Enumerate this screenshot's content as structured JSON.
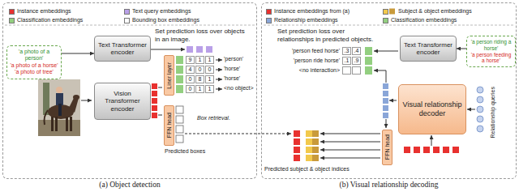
{
  "diagram": {
    "nodes": [
      {
        "text": [
          "(a) Object detection"
        ]
      },
      {
        "text": [
          "'a photo of a person'",
          "'a photo of a horse'",
          "'a photo of tree'"
        ],
        "in": 0
      },
      {
        "text": [
          "Text Transformer encoder"
        ],
        "in": 0
      },
      {
        "text": [
          "Vision Transformer encoder"
        ],
        "in": 0
      },
      {
        "text": [
          "Liner layer"
        ],
        "in": 0
      },
      {
        "text": [
          "FFN head"
        ],
        "in": 0
      },
      {
        "text": [
          "(b) Visual relationship decoding"
        ]
      },
      {
        "text": [
          "'a person riding a horse'",
          "'a person feeding a horse'"
        ],
        "in": 6
      },
      {
        "text": [
          "Text Transformer encoder"
        ],
        "in": 6
      },
      {
        "text": [
          "Visual relationship decoder"
        ],
        "in": 6
      },
      {
        "text": [
          "FFN head"
        ],
        "in": 6
      }
    ],
    "edges": [
      {
        "from": 1,
        "to": 2,
        "arrow": "to"
      },
      {
        "from": 7,
        "to": 8,
        "arrow": "to"
      }
    ],
    "labels": [
      "Set prediction loss over objects in an image.",
      "9",
      "1",
      "1",
      "'person'",
      "4",
      "0",
      "0",
      "'horse'",
      "0",
      "8",
      "1",
      "'horse'",
      "0",
      "1",
      "1",
      "<no object>",
      "Predicted boxes",
      "Box retrieval.",
      "Set prediction loss over relationships in predicted objects.",
      "'person feed horse'",
      ".3",
      ".4",
      "'person ride horse'",
      ".1",
      ".9",
      "<no interaction>",
      "Predicted subject & object indices",
      "Relationship queries"
    ],
    "legend": [
      {
        "text": "Instance embeddings",
        "color": "#e8312f"
      },
      {
        "text": "Text query embeddings",
        "color": "#b9a0e8"
      },
      {
        "text": "Classification embeddings",
        "color": "#93cf80"
      },
      {
        "text": "Bounding box embeddings",
        "color": "#ffffff"
      },
      {
        "text": "Instance embeddings from (a)",
        "color": "#e8312f"
      },
      {
        "text": "Subject & object embeddings",
        "color": "#f2c94c"
      },
      {
        "text": "Relationship embeddings",
        "color": "#8aa6d8"
      },
      {
        "text": "Classification embeddings",
        "color": "#93cf80"
      }
    ]
  }
}
